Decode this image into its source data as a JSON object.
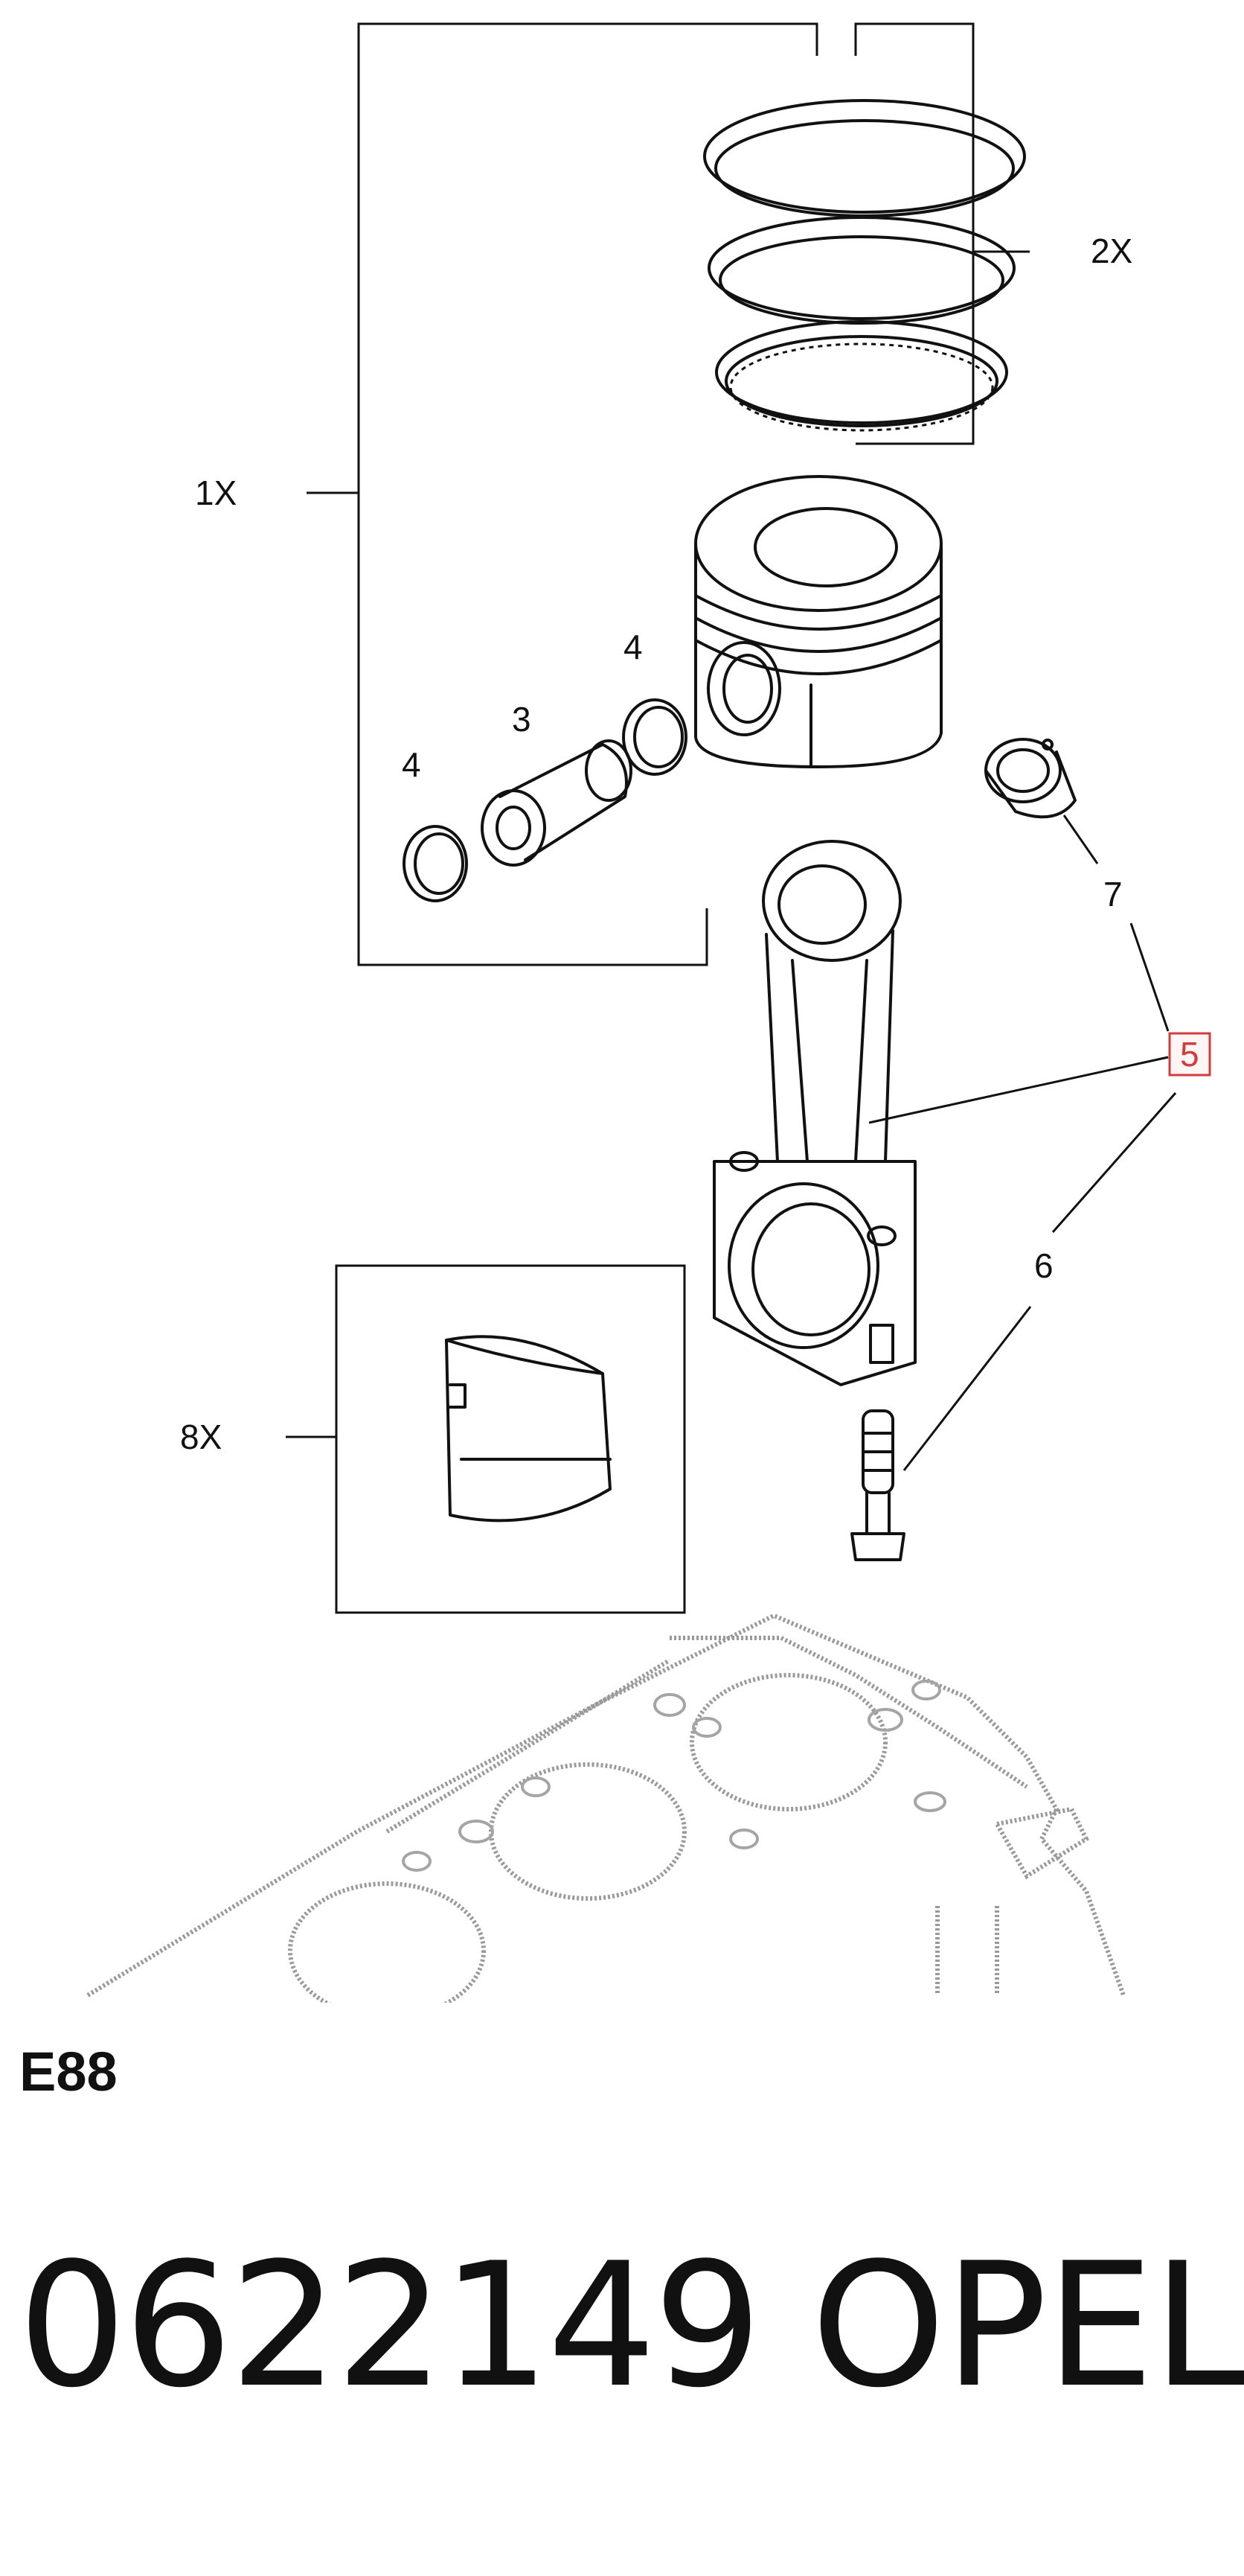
{
  "diagram": {
    "callouts": {
      "kit_1x": "1X",
      "rings_2x": "2X",
      "pin_3": "3",
      "circlip_4_upper": "4",
      "circlip_4_lower": "4",
      "highlighted_5": "5",
      "bolt_6": "6",
      "bushing_7": "7",
      "bearing_8x": "8X"
    },
    "highlight_color": "#d23c3c"
  },
  "section_code": "E88",
  "part_number": "0622149",
  "brand": "OPEL"
}
